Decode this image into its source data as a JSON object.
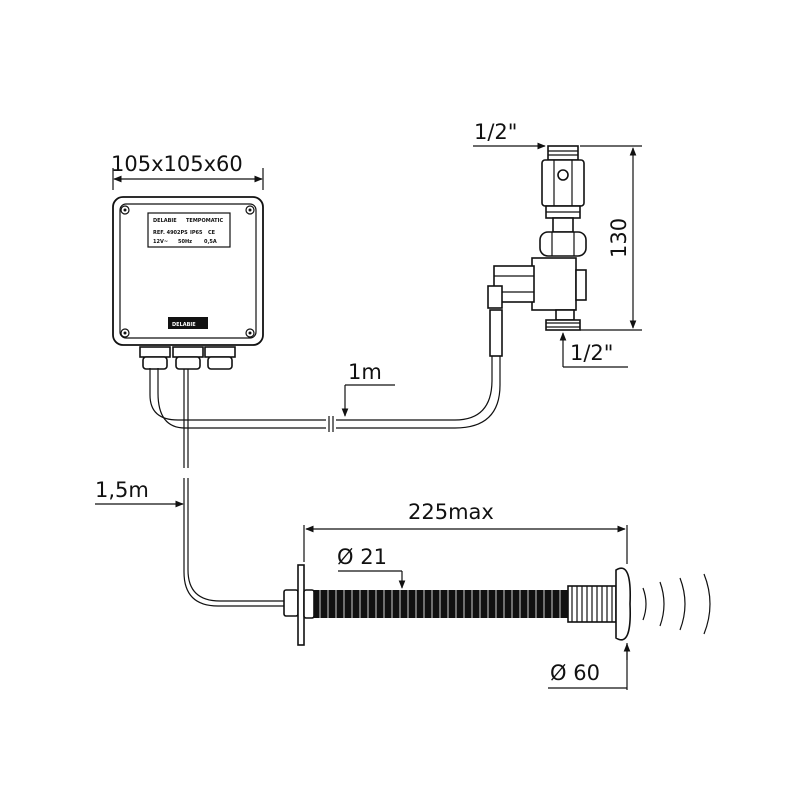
{
  "dimensions": {
    "box_size": "105x105x60",
    "thread_top": "1/2\"",
    "valve_height": "130",
    "thread_bottom": "1/2\"",
    "cable_valve": "1m",
    "cable_sensor": "1,5m",
    "tube_length": "225max",
    "tube_diameter": "Ø 21",
    "head_diameter": "Ø 60"
  },
  "control_box": {
    "brand": "DELABIE",
    "model": "TEMPOMATIC",
    "ref": "REF. 4902PS",
    "rating": "IP65",
    "marks": "CE",
    "voltage": "12V~",
    "frequency": "50Hz",
    "current": "0,5A",
    "badge": "DELABIE"
  }
}
